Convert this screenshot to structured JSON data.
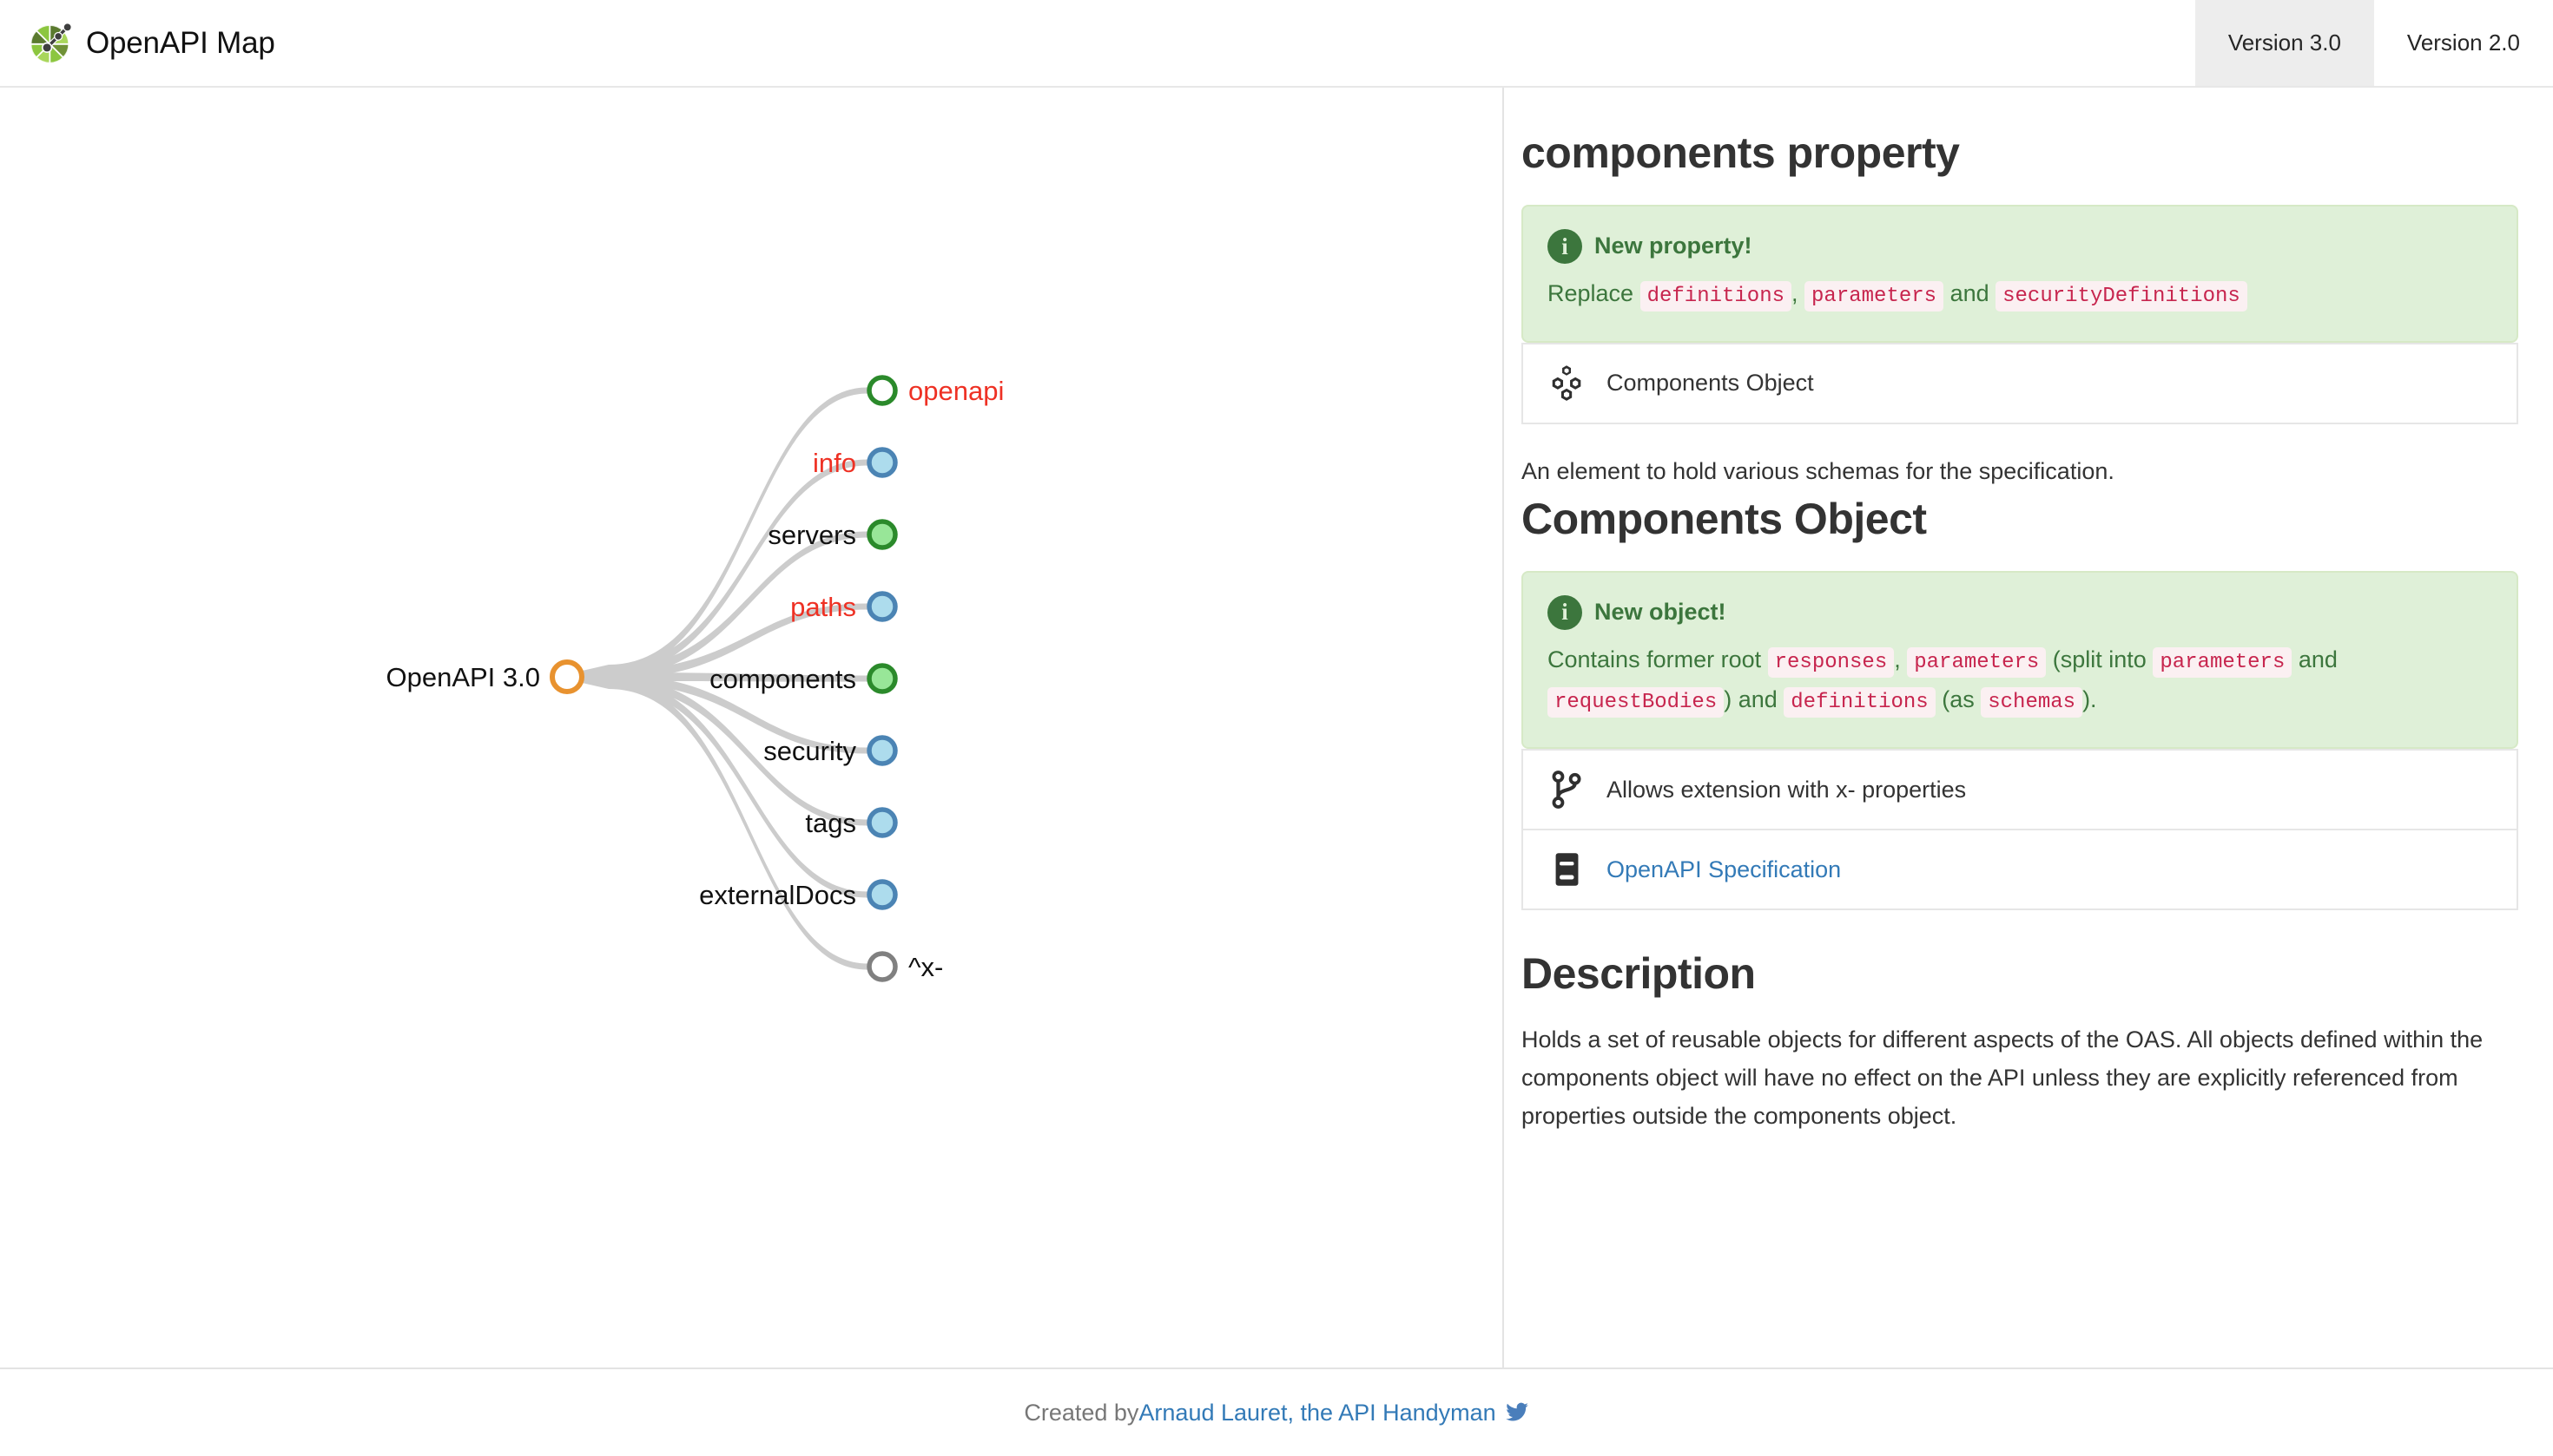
{
  "header": {
    "brand_title": "OpenAPI Map",
    "logo_icon": "openapi-map-logo-icon",
    "tabs": [
      {
        "label": "Version 3.0",
        "active": true
      },
      {
        "label": "Version 2.0",
        "active": false
      }
    ]
  },
  "graph": {
    "root": {
      "label": "OpenAPI 3.0",
      "fill": "#ffffff",
      "stroke": "#e8922f"
    },
    "edge_color": "#cccccc",
    "required_label_color": "#ee3124",
    "label_color": "#111111",
    "nodes": [
      {
        "label": "openapi",
        "required": true,
        "label_side": "right",
        "fill": "#ffffff",
        "stroke": "#2b8a2b"
      },
      {
        "label": "info",
        "required": true,
        "label_side": "left",
        "fill": "#addced",
        "stroke": "#4b84b4"
      },
      {
        "label": "servers",
        "required": false,
        "label_side": "left",
        "fill": "#98e698",
        "stroke": "#2b8a2b"
      },
      {
        "label": "paths",
        "required": true,
        "label_side": "left",
        "fill": "#addced",
        "stroke": "#4b84b4"
      },
      {
        "label": "components",
        "required": false,
        "label_side": "left",
        "fill": "#98e698",
        "stroke": "#2b8a2b"
      },
      {
        "label": "security",
        "required": false,
        "label_side": "left",
        "fill": "#addced",
        "stroke": "#4b84b4"
      },
      {
        "label": "tags",
        "required": false,
        "label_side": "left",
        "fill": "#addced",
        "stroke": "#4b84b4"
      },
      {
        "label": "externalDocs",
        "required": false,
        "label_side": "left",
        "fill": "#addced",
        "stroke": "#4b84b4"
      },
      {
        "label": "^x-",
        "required": false,
        "label_side": "right",
        "fill": "#ffffff",
        "stroke": "#808080"
      }
    ]
  },
  "detail": {
    "title": "components property",
    "property_alert": {
      "icon": "info-circle-icon",
      "heading": "New property!",
      "body_parts": [
        {
          "type": "text",
          "value": "Replace "
        },
        {
          "type": "code",
          "value": "definitions"
        },
        {
          "type": "text",
          "value": ", "
        },
        {
          "type": "code",
          "value": "parameters"
        },
        {
          "type": "text",
          "value": " and "
        },
        {
          "type": "code",
          "value": "securityDefinitions"
        }
      ]
    },
    "property_cards": [
      {
        "icon": "cubes-icon",
        "label": "Components Object",
        "is_link": false
      }
    ],
    "property_lead": "An element to hold various schemas for the specification.",
    "object_title": "Components Object",
    "object_alert": {
      "icon": "info-circle-icon",
      "heading": "New object!",
      "body_parts": [
        {
          "type": "text",
          "value": "Contains former root "
        },
        {
          "type": "code",
          "value": "responses"
        },
        {
          "type": "text",
          "value": ", "
        },
        {
          "type": "code",
          "value": "parameters"
        },
        {
          "type": "text",
          "value": " (split into "
        },
        {
          "type": "code",
          "value": "parameters"
        },
        {
          "type": "text",
          "value": " and "
        },
        {
          "type": "code",
          "value": "requestBodies"
        },
        {
          "type": "text",
          "value": ") and "
        },
        {
          "type": "code",
          "value": "definitions"
        },
        {
          "type": "text",
          "value": " (as "
        },
        {
          "type": "code",
          "value": "schemas"
        },
        {
          "type": "text",
          "value": ")."
        }
      ]
    },
    "object_cards": [
      {
        "icon": "code-branch-icon",
        "label": "Allows extension with x- properties",
        "is_link": false
      },
      {
        "icon": "book-icon",
        "label": "OpenAPI Specification",
        "is_link": true
      }
    ],
    "description_heading": "Description",
    "description_text": "Holds a set of reusable objects for different aspects of the OAS. All objects defined within the components object will have no effect on the API unless they are explicitly referenced from properties outside the components object."
  },
  "footer": {
    "prefix": "Created by ",
    "link_label": "Arnaud Lauret, the API Handyman",
    "twitter_icon": "twitter-bird-icon"
  }
}
